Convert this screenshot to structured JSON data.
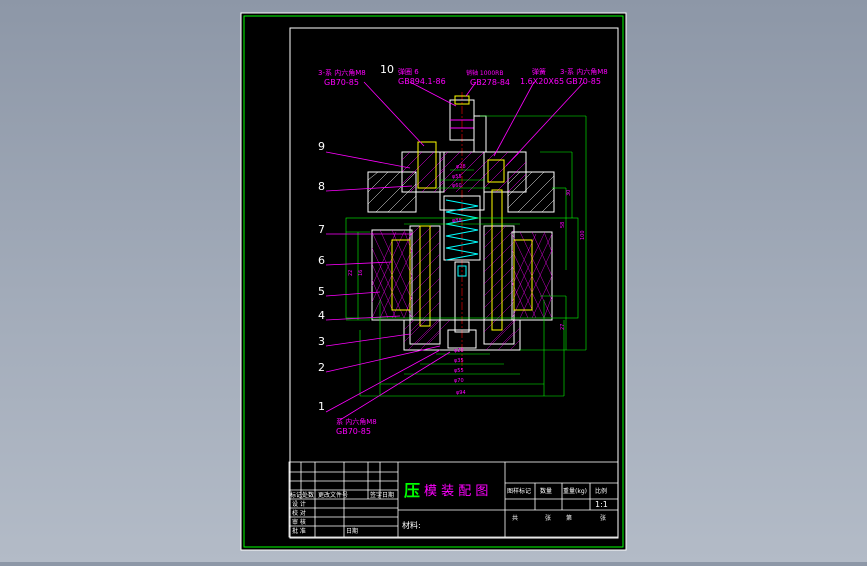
{
  "colors": {
    "sheet": "#000000",
    "frame": "#00ff00",
    "white": "#ffffff",
    "cyan": "#00ffff",
    "magenta": "#ff00ff",
    "yellow": "#ffff00",
    "red": "#ff0000",
    "dim": "#00ff00"
  },
  "callouts": {
    "n1": "1",
    "n2": "2",
    "n3": "3",
    "n4": "4",
    "n5": "5",
    "n6": "6",
    "n7": "7",
    "n8": "8",
    "n9": "9",
    "n10": "10",
    "top_left_a": "3-系 内六角M8",
    "top_left_b": "GB70-85",
    "top_mid_a": "弹圈 6",
    "top_mid_b": "GB894.1-86",
    "top_c_a": "销轴 1000RB",
    "top_c_b": "GB278-84",
    "top_d_a": "弹簧",
    "top_d_b": "1.6X20X65",
    "top_e_a": "3-系 内六角M8",
    "top_e_b": "GB70-85",
    "bottom_a": "系 内六角M8",
    "bottom_b": "GB70-85"
  },
  "dimensions": {
    "d_top": "φ28",
    "d_a": "φ55",
    "d_b": "φ60",
    "d_c": "φ88",
    "d_d": "φ20",
    "d_e": "φ35",
    "d_f": "φ55",
    "d_g": "φ70",
    "d_h": "φ94",
    "v_30": "30",
    "v_58": "58",
    "v_100": "100",
    "v_27": "27",
    "v_l1": "22",
    "v_l2": "16"
  },
  "title_block": {
    "title_big": "压",
    "title_rest": "模 装 配 图",
    "hdr_mark": "标记",
    "hdr_count": "处数",
    "hdr_doc": "更改文件号",
    "hdr_sign": "签字",
    "hdr_date": "日期",
    "row_design": "设 计",
    "row_check": "校 对",
    "row_review": "审 核",
    "row_approve": "批 准",
    "approve_date": "日期",
    "r_stage": "图样标记",
    "r_qty": "数量",
    "r_weight": "重量(kg)",
    "r_scale": "比例",
    "scale_val": "1:1",
    "sheets_total": "共",
    "sheets_z": "张",
    "sheets_di": "第",
    "sheets_z2": "张",
    "material": "材料:"
  }
}
